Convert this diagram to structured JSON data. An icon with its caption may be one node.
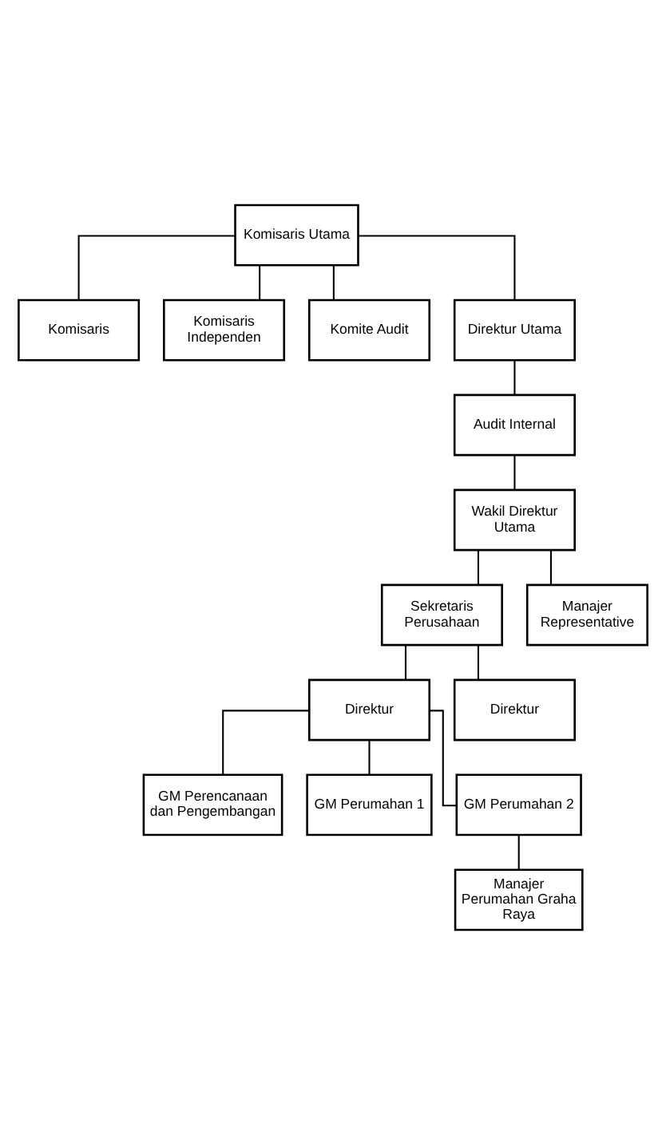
{
  "diagram": {
    "nodes": [
      {
        "text": [
          "Komisaris Utama"
        ]
      },
      {
        "text": [
          "Komisaris"
        ]
      },
      {
        "text": [
          "Komisaris Independen"
        ]
      },
      {
        "text": [
          "Komite Audit"
        ]
      },
      {
        "text": [
          "Direktur Utama"
        ]
      },
      {
        "text": [
          "Audit Internal"
        ]
      },
      {
        "text": [
          "Wakil Direktur Utama"
        ]
      },
      {
        "text": [
          "Sekretaris Perusahaan"
        ]
      },
      {
        "text": [
          "Manajer Representative"
        ]
      },
      {
        "text": [
          "Direktur"
        ]
      },
      {
        "text": [
          "Direktur"
        ]
      },
      {
        "text": [
          "GM Perencanaan dan Pengembangan"
        ]
      },
      {
        "text": [
          "GM Perumahan 1"
        ]
      },
      {
        "text": [
          "GM Perumahan 2"
        ]
      },
      {
        "text": [
          "Manajer Perumahan Graha Raya"
        ]
      }
    ],
    "edges": [
      {
        "from": 0,
        "to": 1,
        "arrow": "none"
      },
      {
        "from": 0,
        "to": 2,
        "arrow": "none"
      },
      {
        "from": 0,
        "to": 3,
        "arrow": "none"
      },
      {
        "from": 0,
        "to": 4,
        "arrow": "none"
      },
      {
        "from": 4,
        "to": 5,
        "arrow": "none"
      },
      {
        "from": 5,
        "to": 6,
        "arrow": "none"
      },
      {
        "from": 6,
        "to": 7,
        "arrow": "none"
      },
      {
        "from": 6,
        "to": 8,
        "arrow": "none"
      },
      {
        "from": 7,
        "to": 9,
        "arrow": "none"
      },
      {
        "from": 7,
        "to": 10,
        "arrow": "none"
      },
      {
        "from": 9,
        "to": 11,
        "arrow": "none"
      },
      {
        "from": 9,
        "to": 12,
        "arrow": "none"
      },
      {
        "from": 9,
        "to": 13,
        "arrow": "none"
      },
      {
        "from": 13,
        "to": 14,
        "arrow": "none"
      }
    ]
  }
}
